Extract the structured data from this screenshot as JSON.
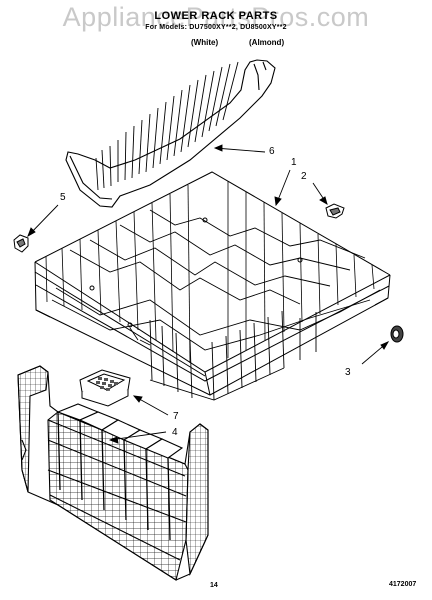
{
  "watermark": "AppliancePartsPros.com",
  "header": {
    "title": "LOWER RACK PARTS",
    "parts_for": "For Models: DU7500XY**2, DU8500XY**2",
    "variants": [
      "(White)",
      "(Almond)"
    ]
  },
  "callouts": [
    "1",
    "2",
    "3",
    "4",
    "5",
    "6",
    "7"
  ],
  "footer": {
    "page_number": "14",
    "document_number": "4172007"
  }
}
